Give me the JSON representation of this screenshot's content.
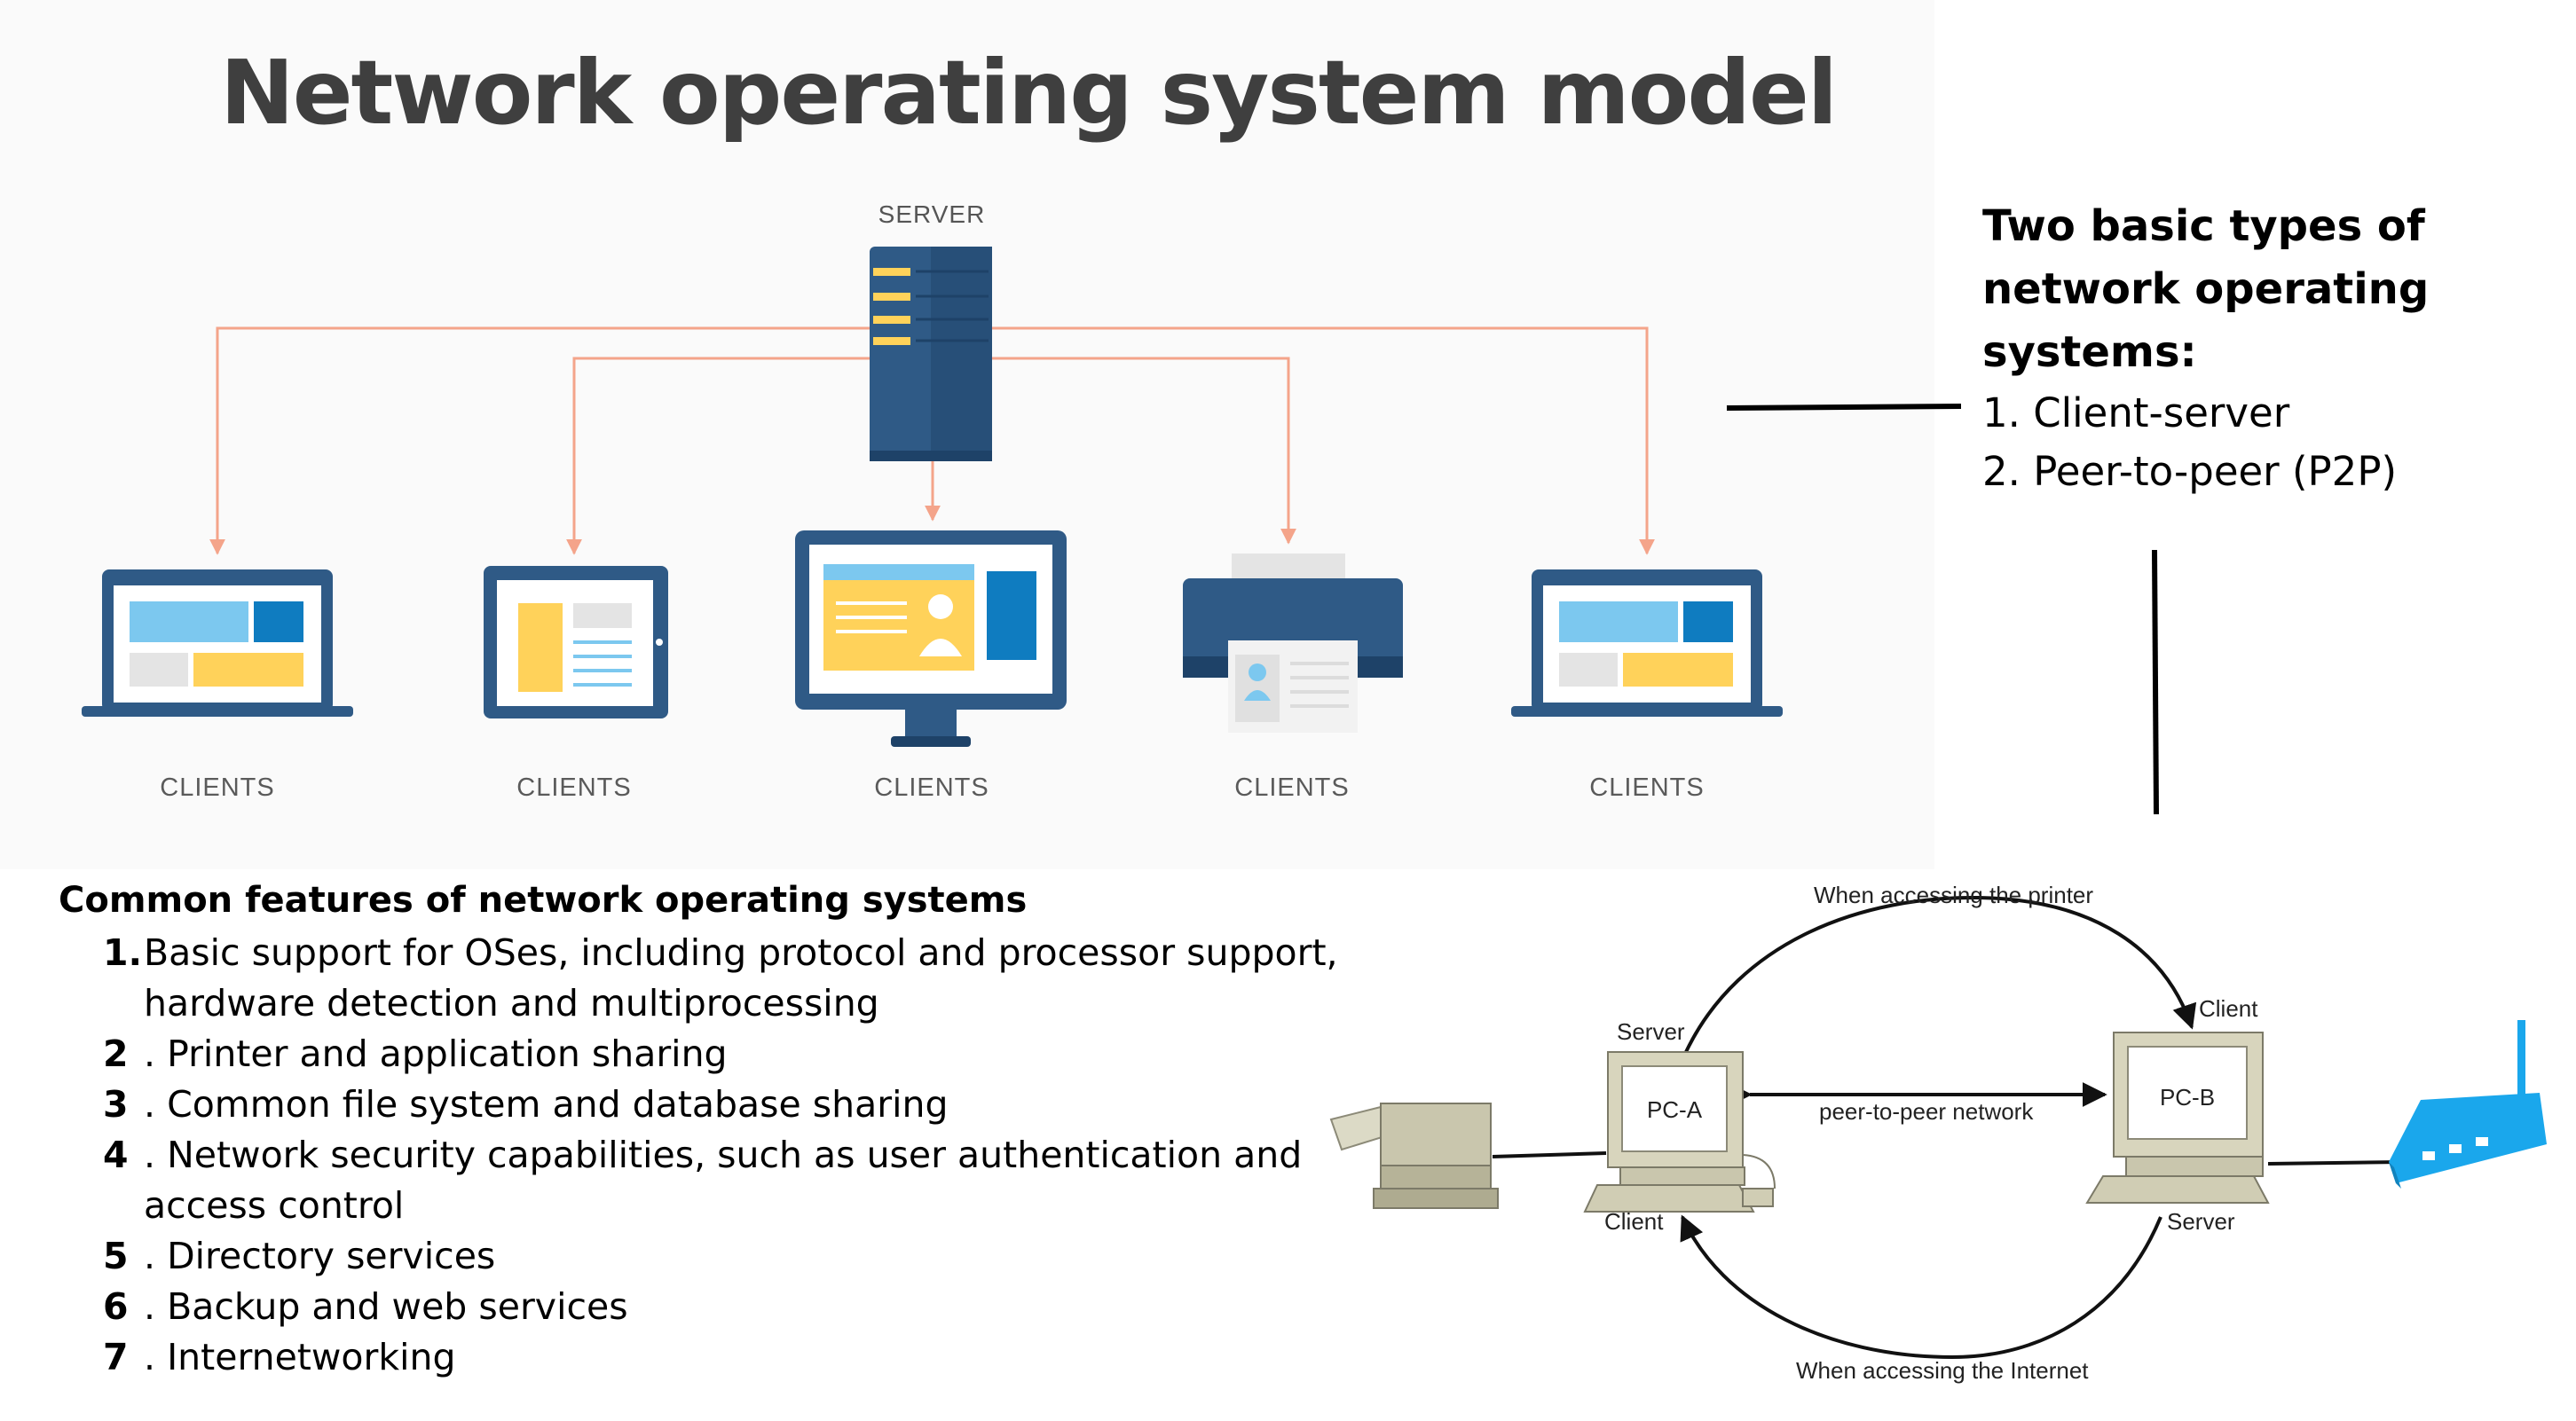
{
  "title": "Network operating system model",
  "top_diagram": {
    "server_label": "SERVER",
    "client_labels": [
      "CLIENTS",
      "CLIENTS",
      "CLIENTS",
      "CLIENTS",
      "CLIENTS"
    ],
    "colors": {
      "arrow": "#f4a48a",
      "navy": "#2f5a86",
      "yellow": "#ffd25a",
      "light_blue": "#7cc8ef",
      "blue": "#0f7cc0"
    }
  },
  "types": {
    "title": "Two basic types of network operating systems:",
    "items": [
      "1. Client-server",
      "2. Peer-to-peer (P2P)"
    ]
  },
  "features": {
    "heading": "Common features of network operating systems",
    "items": [
      {
        "num": "1.",
        "text": "Basic support for OSes, including protocol and processor support, hardware detection and multiprocessing"
      },
      {
        "num": "2",
        "text": ". Printer and application sharing"
      },
      {
        "num": "3",
        "text": ". Common file system and database sharing"
      },
      {
        "num": "4",
        "text": ". Network security capabilities, such as user authentication and access control"
      },
      {
        "num": "5",
        "text": ". Directory services"
      },
      {
        "num": "6",
        "text": ". Backup and web services"
      },
      {
        "num": "7",
        "text": ". Internetworking"
      }
    ]
  },
  "p2p_diagram": {
    "top_arc_label": "When accessing the printer",
    "bottom_arc_label": "When accessing the Internet",
    "middle_label": "peer-to-peer network",
    "pc_a": "PC-A",
    "pc_b": "PC-B",
    "pc_a_top_role": "Server",
    "pc_a_bottom_role": "Client",
    "pc_b_top_role": "Client",
    "pc_b_bottom_role": "Server",
    "colors": {
      "beige": "#d8d5bd",
      "router": "#1aa7ec"
    }
  }
}
